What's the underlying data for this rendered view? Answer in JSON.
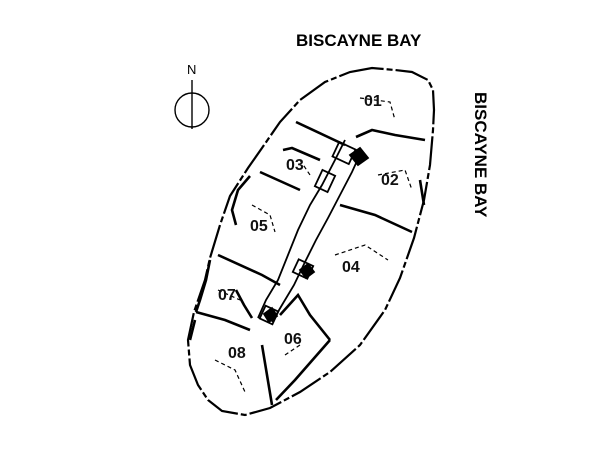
{
  "labels": {
    "bay_top": "BISCAYNE BAY",
    "bay_side": "BISCAYNE BAY",
    "north": "N"
  },
  "units": [
    "01",
    "02",
    "03",
    "04",
    "05",
    "06",
    "07",
    "08"
  ]
}
